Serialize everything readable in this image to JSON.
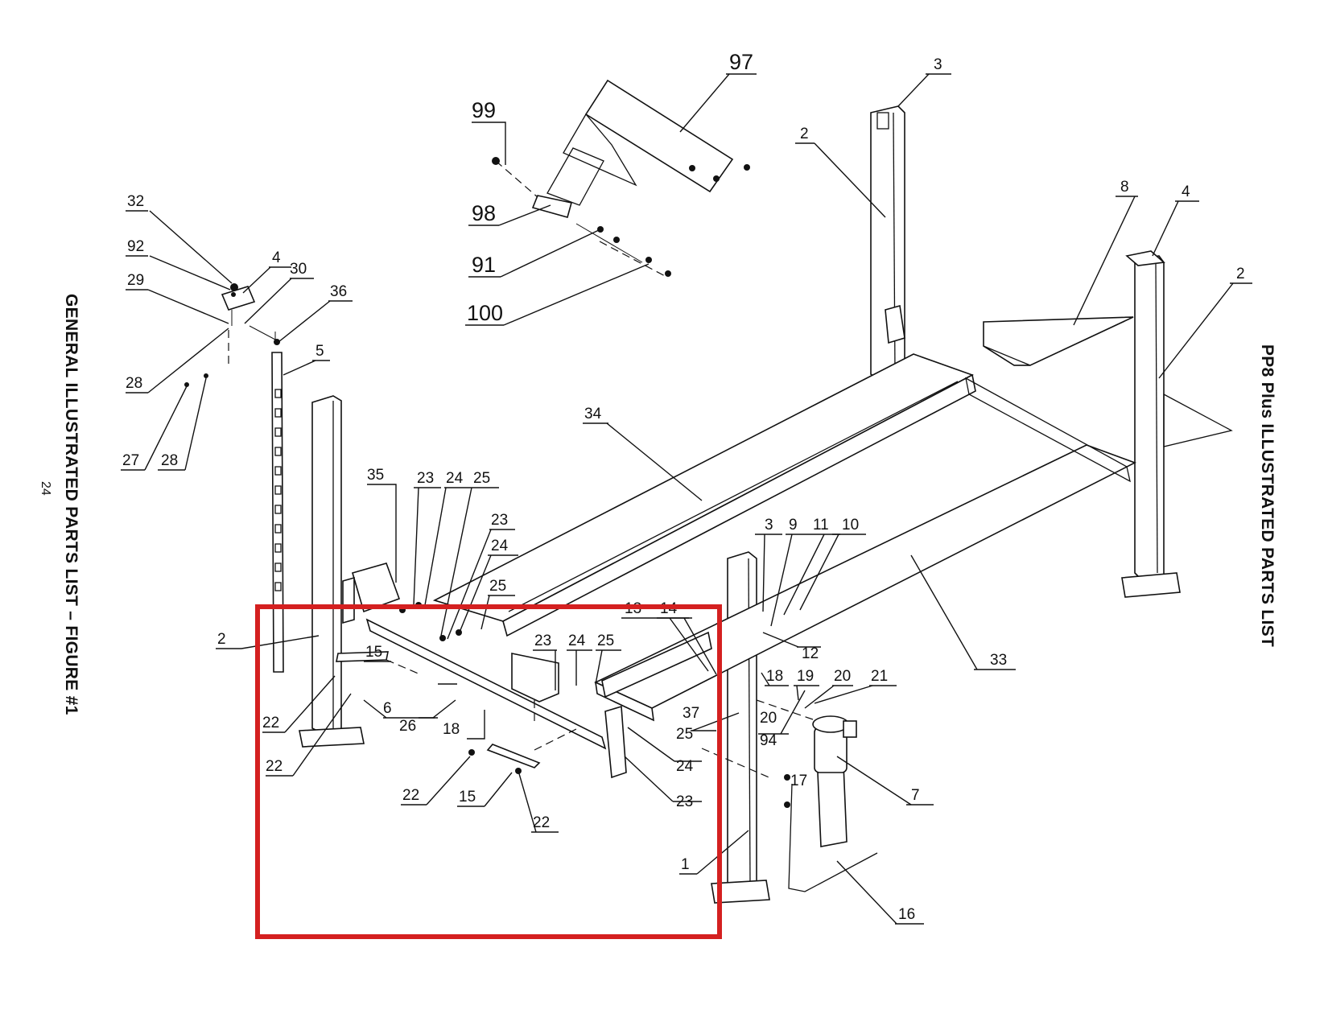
{
  "page": {
    "title_left": "GENERAL ILLUSTRATED PARTS LIST – FIGURE #1",
    "page_number": "24",
    "title_right": "PP8 Plus ILLUSTRATED PARTS LIST"
  },
  "highlight": {
    "color": "#d42020"
  },
  "callouts": [
    {
      "id": "c97",
      "label": "97"
    },
    {
      "id": "c99",
      "label": "99"
    },
    {
      "id": "c98",
      "label": "98"
    },
    {
      "id": "c91",
      "label": "91"
    },
    {
      "id": "c100",
      "label": "100"
    },
    {
      "id": "c3a",
      "label": "3"
    },
    {
      "id": "c2a",
      "label": "2"
    },
    {
      "id": "c8",
      "label": "8"
    },
    {
      "id": "c4a",
      "label": "4"
    },
    {
      "id": "c2b",
      "label": "2"
    },
    {
      "id": "c32",
      "label": "32"
    },
    {
      "id": "c92",
      "label": "92"
    },
    {
      "id": "c4b",
      "label": "4"
    },
    {
      "id": "c30",
      "label": "30"
    },
    {
      "id": "c29",
      "label": "29"
    },
    {
      "id": "c36",
      "label": "36"
    },
    {
      "id": "c5",
      "label": "5"
    },
    {
      "id": "c28a",
      "label": "28"
    },
    {
      "id": "c27",
      "label": "27"
    },
    {
      "id": "c28b",
      "label": "28"
    },
    {
      "id": "c34",
      "label": "34"
    },
    {
      "id": "c35",
      "label": "35"
    },
    {
      "id": "c23a",
      "label": "23"
    },
    {
      "id": "c24a",
      "label": "24"
    },
    {
      "id": "c25a",
      "label": "25"
    },
    {
      "id": "c23b",
      "label": "23"
    },
    {
      "id": "c24b",
      "label": "24"
    },
    {
      "id": "c25b",
      "label": "25"
    },
    {
      "id": "c3b",
      "label": "3"
    },
    {
      "id": "c9",
      "label": "9"
    },
    {
      "id": "c11",
      "label": "11"
    },
    {
      "id": "c10",
      "label": "10"
    },
    {
      "id": "c33",
      "label": "33"
    },
    {
      "id": "c2c",
      "label": "2"
    },
    {
      "id": "c15a",
      "label": "15"
    },
    {
      "id": "c23c",
      "label": "23"
    },
    {
      "id": "c24c",
      "label": "24"
    },
    {
      "id": "c25c",
      "label": "25"
    },
    {
      "id": "c13",
      "label": "13"
    },
    {
      "id": "c14",
      "label": "14"
    },
    {
      "id": "c12",
      "label": "12"
    },
    {
      "id": "c18a",
      "label": "18"
    },
    {
      "id": "c19",
      "label": "19"
    },
    {
      "id": "c20a",
      "label": "20"
    },
    {
      "id": "c21",
      "label": "21"
    },
    {
      "id": "c6",
      "label": "6"
    },
    {
      "id": "c37",
      "label": "37"
    },
    {
      "id": "c20b",
      "label": "20"
    },
    {
      "id": "c22a",
      "label": "22"
    },
    {
      "id": "c26",
      "label": "26"
    },
    {
      "id": "c18b",
      "label": "18"
    },
    {
      "id": "c25d",
      "label": "25"
    },
    {
      "id": "c94",
      "label": "94"
    },
    {
      "id": "c22b",
      "label": "22"
    },
    {
      "id": "c24d",
      "label": "24"
    },
    {
      "id": "c17",
      "label": "17"
    },
    {
      "id": "c22c",
      "label": "22"
    },
    {
      "id": "c15b",
      "label": "15"
    },
    {
      "id": "c23d",
      "label": "23"
    },
    {
      "id": "c7",
      "label": "7"
    },
    {
      "id": "c22d",
      "label": "22"
    },
    {
      "id": "c1",
      "label": "1"
    },
    {
      "id": "c16",
      "label": "16"
    }
  ]
}
